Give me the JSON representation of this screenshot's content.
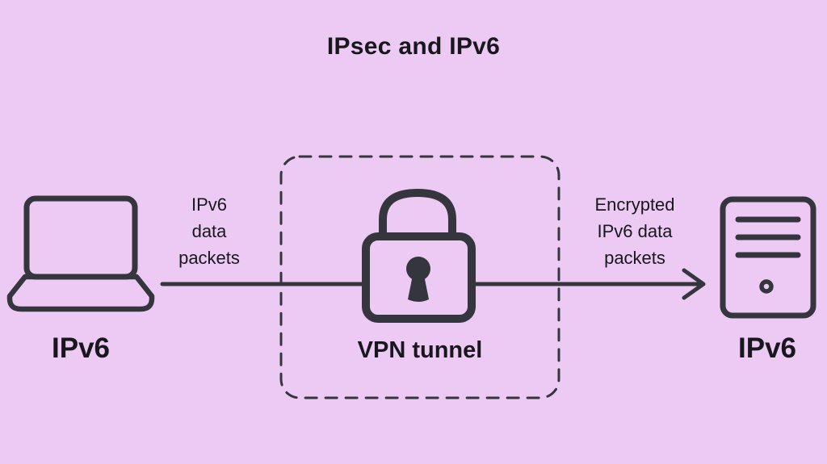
{
  "header": {
    "title": "IPsec and IPv6"
  },
  "colors": {
    "background": "#eccaf3",
    "line": "#35353d",
    "text": "#17171d"
  },
  "diagram": {
    "left_device": {
      "icon": "laptop-icon",
      "label": "IPv6"
    },
    "flow_in": {
      "label": "IPv6\ndata\npackets"
    },
    "tunnel": {
      "icon": "padlock-icon",
      "label": "VPN tunnel"
    },
    "flow_out": {
      "label": "Encrypted\nIPv6 data\npackets"
    },
    "right_device": {
      "icon": "server-icon",
      "label": "IPv6"
    },
    "arrow": {
      "icon": "arrow-right-icon",
      "direction": "left-to-right"
    }
  }
}
